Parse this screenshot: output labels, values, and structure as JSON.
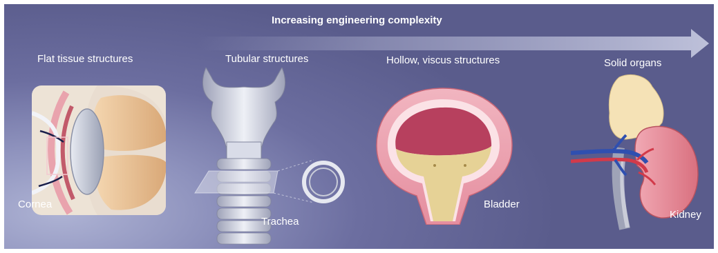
{
  "header": {
    "title": "Increasing engineering complexity"
  },
  "categories": {
    "flat": "Flat tissue structures",
    "tubular": "Tubular structures",
    "hollow": "Hollow, viscus structures",
    "solid": "Solid organs"
  },
  "organs": {
    "cornea": "Cornea",
    "trachea": "Trachea",
    "bladder": "Bladder",
    "kidney": "Kidney"
  },
  "colors": {
    "arrow": "#a8abcb",
    "tissue_pink": "#e9a3ad",
    "lens_tan": "#e7c49b",
    "cartilage": "#c9ccd8",
    "urine": "#e6d296",
    "artery_red": "#d23a4a",
    "vein_blue": "#2f4fb0"
  }
}
